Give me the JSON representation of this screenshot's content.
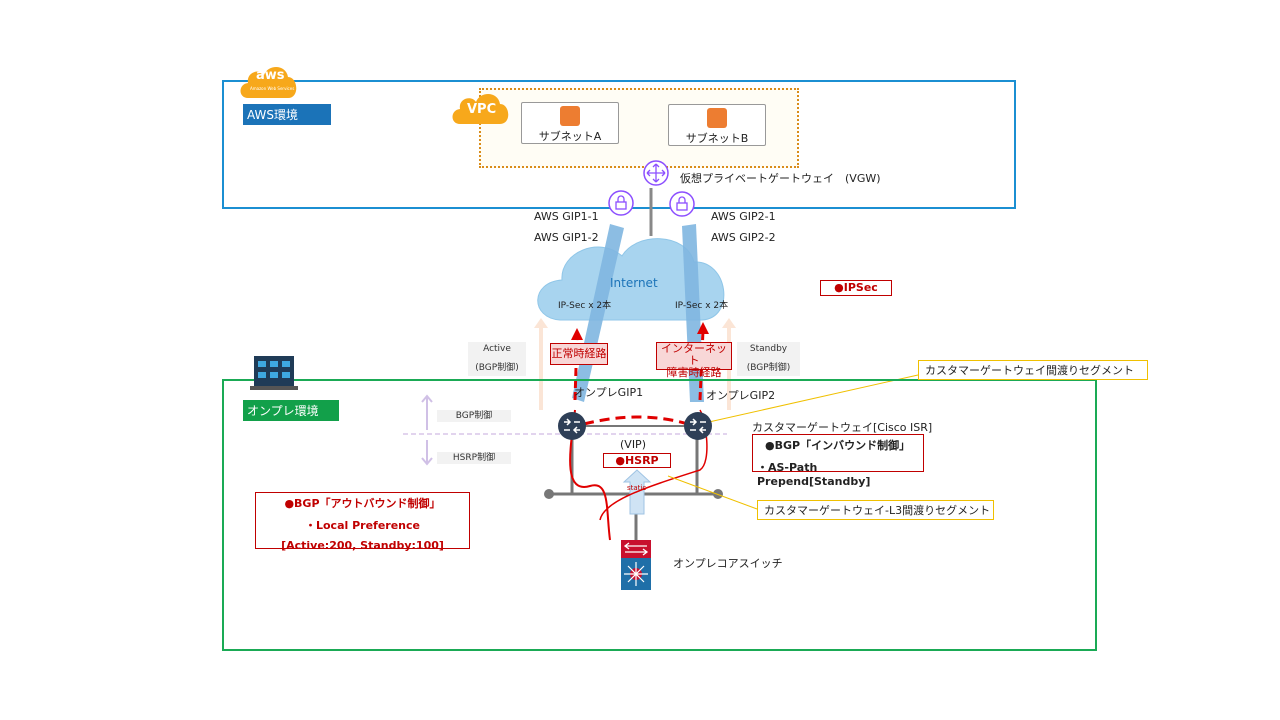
{
  "aws": {
    "logo": "aws",
    "logo_sub": "Amazon Web Services",
    "env_label": "AWS環境",
    "vpc": "VPC"
  },
  "subnets": [
    "サブネットA",
    "サブネットB"
  ],
  "vgw_label": "仮想プライベートゲートウェイ　(VGW)",
  "gips": {
    "gip1_1": "AWS GIP1-1",
    "gip1_2": "AWS GIP1-2",
    "gip2_1": "AWS GIP2-1",
    "gip2_2": "AWS GIP2-2"
  },
  "internet": {
    "label": "Internet",
    "ipsec_left": "IP-Sec x 2本",
    "ipsec_right": "IP-Sec x 2本"
  },
  "legend_ipsec": "●IPSec",
  "active": {
    "line1": "Active",
    "line2": "(BGP制御)"
  },
  "standby": {
    "line1": "Standby",
    "line2": "(BGP制御)"
  },
  "paths": {
    "normal": "正常時経路",
    "failure_1": "インターネット",
    "failure_2": "障害時経路"
  },
  "onprem": {
    "env_label": "オンプレ環境",
    "gip1": "オンプレGIP1",
    "gip2": "オンプレGIP2",
    "bgp_ctrl": "BGP制御",
    "hsrp_ctrl": "HSRP制御",
    "vip": "(VIP)",
    "hsrp": "●HSRP",
    "static": "static",
    "core_switch": "オンプレコアスイッチ"
  },
  "customer_gw": "カスタマーゲートウェイ[Cisco ISR]",
  "inbound": {
    "line1": "●BGP「インバウンド制御」",
    "line2": "・AS-Path Prepend[Standby]"
  },
  "outbound": {
    "line1": "●BGP「アウトバウンド制御」",
    "line2": "・Local Preference",
    "line3": "[Active:200, Standby:100]"
  },
  "segments": {
    "top": "カスタマーゲートウェイ間渡りセグメント",
    "bottom": "カスタマーゲートウェイ-L3間渡りセグメント"
  },
  "colors": {
    "aws_blue": "#1b8fd2",
    "onprem_green": "#1aaa55",
    "red": "#c00000",
    "orange": "#ed7d31"
  }
}
